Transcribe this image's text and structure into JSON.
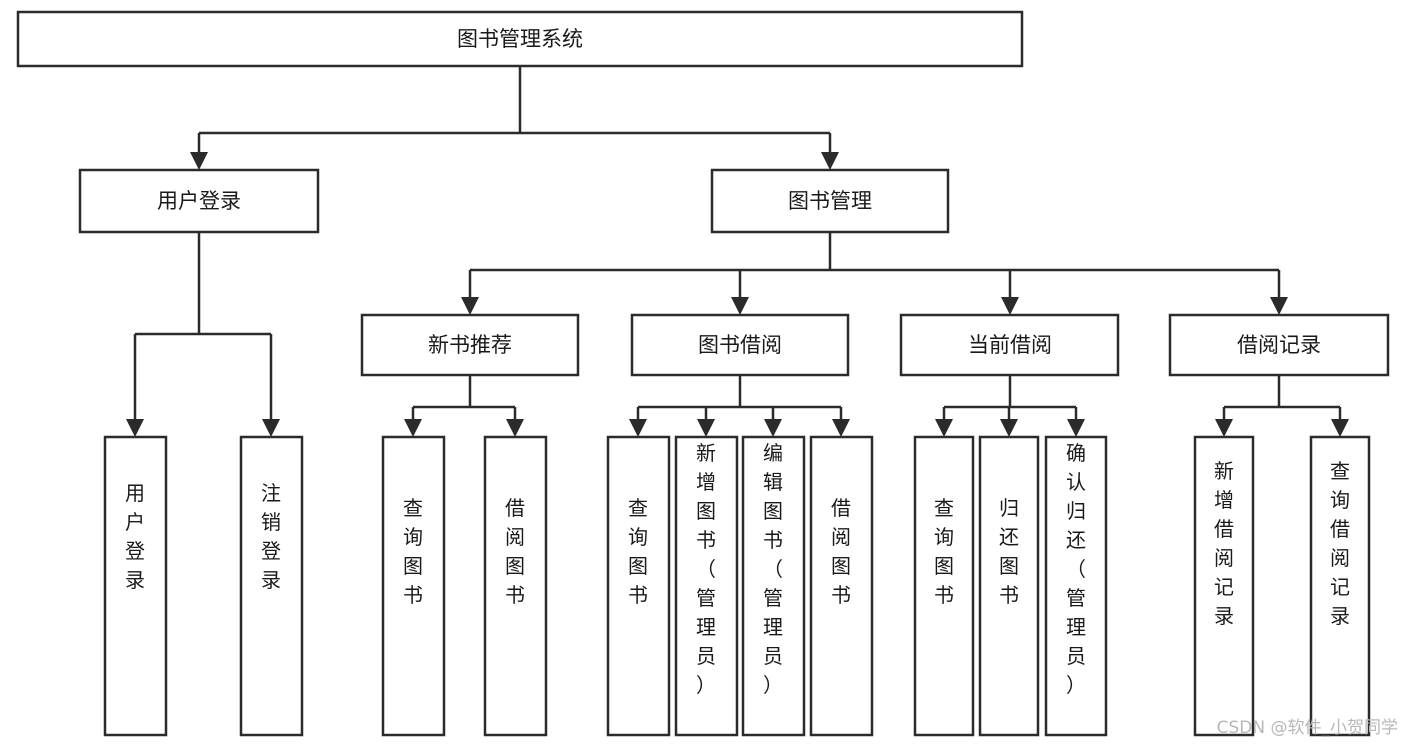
{
  "diagram": {
    "title": "图书管理系统",
    "type": "hierarchy-tree",
    "watermark": "CSDN @软件_小贺同学",
    "colors": {
      "stroke": "#2b2b2b",
      "fill": "#ffffff",
      "text": "#1a1a1a",
      "watermark": "#b8b8b8"
    },
    "root": {
      "label": "图书管理系统"
    },
    "level2": [
      {
        "label": "用户登录"
      },
      {
        "label": "图书管理"
      }
    ],
    "level3": [
      {
        "label": "新书推荐"
      },
      {
        "label": "图书借阅"
      },
      {
        "label": "当前借阅"
      },
      {
        "label": "借阅记录"
      }
    ],
    "leaves_user_login": [
      {
        "label": "用户登录"
      },
      {
        "label": "注销登录"
      }
    ],
    "leaves_new_book": [
      {
        "label": "查询图书"
      },
      {
        "label": "借阅图书"
      }
    ],
    "leaves_borrow": [
      {
        "label": "查询图书"
      },
      {
        "label": "新增图书（管理员）"
      },
      {
        "label": "编辑图书（管理员）"
      },
      {
        "label": "借阅图书"
      }
    ],
    "leaves_current": [
      {
        "label": "查询图书"
      },
      {
        "label": "归还图书"
      },
      {
        "label": "确认归还（管理员）"
      }
    ],
    "leaves_record": [
      {
        "label": "新增借阅记录"
      },
      {
        "label": "查询借阅记录"
      }
    ]
  }
}
